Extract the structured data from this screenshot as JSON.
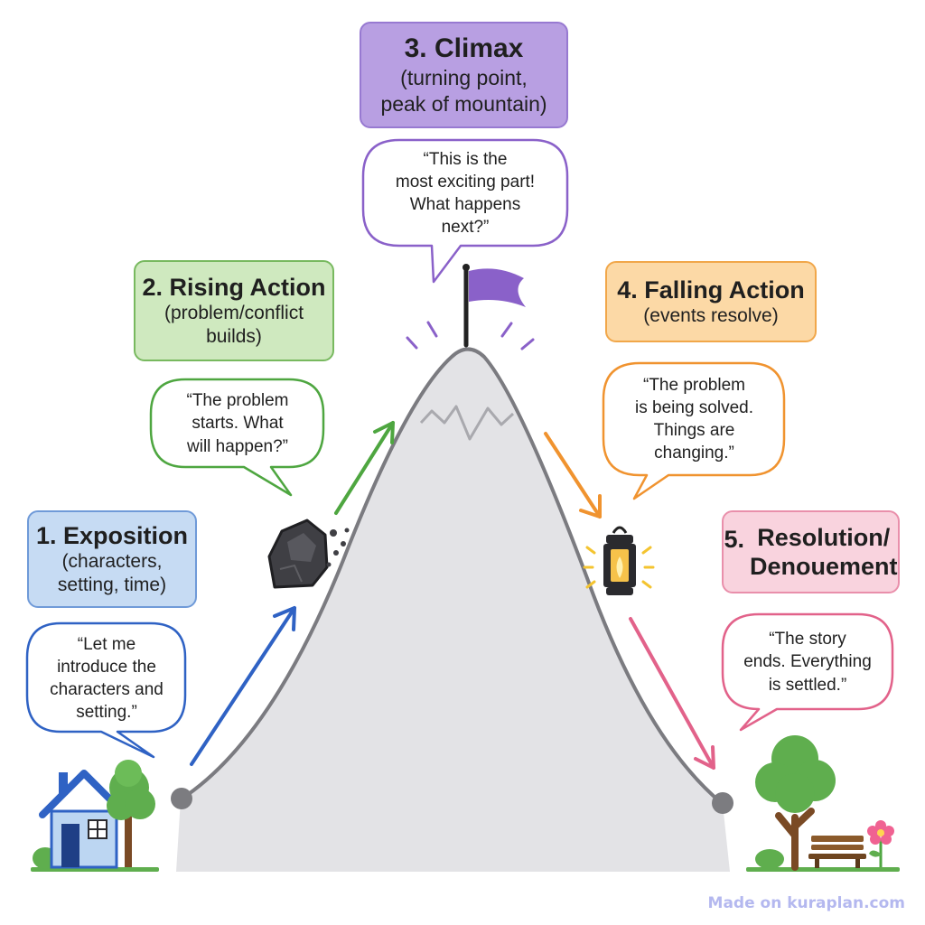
{
  "stages": [
    {
      "id": "exposition",
      "number": "1.",
      "title": "Exposition",
      "subtitle": "(characters,\nsetting, time)",
      "quote": "“Let me\nintroduce the\ncharacters and\nsetting.”",
      "color": "#2f62c4",
      "box_fill": "#c6dbf3",
      "border": "#6f9ad8"
    },
    {
      "id": "rising-action",
      "number": "2.",
      "title": "Rising Action",
      "subtitle": "(problem/conflict\nbuilds)",
      "quote": "“The problem\nstarts. What\nwill happen?”",
      "color": "#4ea640",
      "box_fill": "#cfe9bf",
      "border": "#78b95f"
    },
    {
      "id": "climax",
      "number": "3.",
      "title": "Climax",
      "subtitle": "(turning point,\npeak of mountain)",
      "quote": "“This is the\nmost exciting part!\nWhat happens\nnext?”",
      "color": "#8a61c9",
      "box_fill": "#b89fe2",
      "border": "#9779d1"
    },
    {
      "id": "falling-action",
      "number": "4.",
      "title": "Falling Action",
      "subtitle": "(events resolve)",
      "quote": "“The problem\nis being solved.\nThings are\nchanging.”",
      "color": "#f0932f",
      "box_fill": "#fcd9a6",
      "border": "#f1a74a"
    },
    {
      "id": "resolution",
      "number": "5.",
      "title": "Resolution/\nDenouement",
      "subtitle": "",
      "quote": "“The story\nends. Everything\nis settled.”",
      "color": "#e2628a",
      "box_fill": "#f9d3de",
      "border": "#e98fab"
    }
  ],
  "icons": [
    "house-icon",
    "tree-icon",
    "rock-icon",
    "flag-icon",
    "lantern-icon",
    "bench-icon",
    "flower-icon"
  ],
  "colors": {
    "mountain": "#e3e3e6",
    "mountain_outline": "#7b7b80",
    "endpoint": "#7c7c80"
  },
  "credit": "Made on kuraplan.com"
}
